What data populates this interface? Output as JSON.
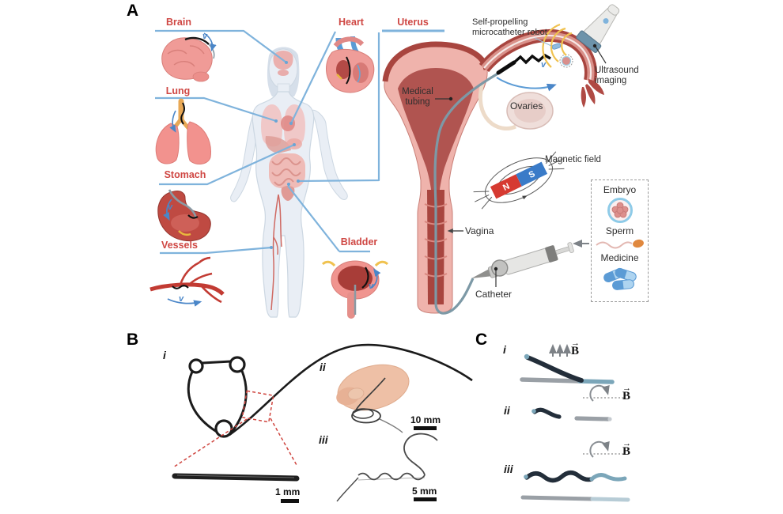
{
  "panel_a": {
    "label": "A",
    "organ_labels": {
      "brain": "Brain",
      "lung": "Lung",
      "stomach": "Stomach",
      "vessels": "Vessels",
      "heart": "Heart",
      "bladder": "Bladder",
      "uterus": "Uterus"
    },
    "velocity_label": "v",
    "annotations": {
      "robot": "Self-propelling microcatheter robot",
      "ultrasound": "Ultrasound imaging",
      "medical_tubing": "Medical tubing",
      "ovaries": "Ovaries",
      "magnetic_field": "Magnetic field",
      "vagina": "Vagina",
      "catheter": "Catheter"
    },
    "magnet": {
      "north_pole": "N",
      "south_pole": "S"
    },
    "payload_legend": {
      "embryo": "Embryo",
      "sperm": "Sperm",
      "medicine": "Medicine"
    }
  },
  "panel_b": {
    "label": "B",
    "item_i": "i",
    "item_ii": "ii",
    "item_iii": "iii",
    "scale_i": "1 mm",
    "scale_ii": "10 mm",
    "scale_iii": "5 mm"
  },
  "panel_c": {
    "label": "C",
    "item_i": "i",
    "item_ii": "ii",
    "item_iii": "iii",
    "b_symbol": "B",
    "b_arrow": "→"
  },
  "colors": {
    "label_red": "#cf4743",
    "callout_blue": "#7fb3dc",
    "velocity_blue": "#4a86c8",
    "magnet_red": "#d63a31",
    "magnet_blue": "#3a7bc8",
    "wire_dark": "#232e3a",
    "rod_gray": "#9aa0a6",
    "tail_teal": "#7ba6b9",
    "dashed_red": "#cf453f",
    "scalebar_black": "#111111"
  }
}
